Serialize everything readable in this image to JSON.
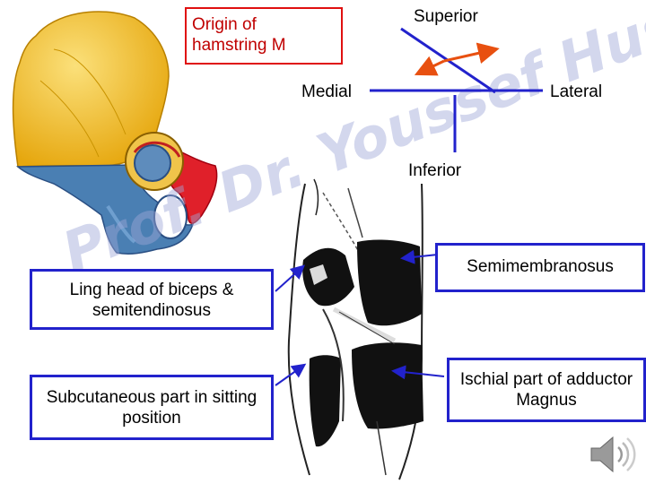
{
  "labels": {
    "origin": "Origin of hamstring M",
    "superior": "Superior",
    "medial": "Medial",
    "lateral": "Lateral",
    "inferior": "Inferior",
    "semimembranosus": "Semimembranosus",
    "long_head": "Ling head of biceps & semitendinosus",
    "ischial": "Ischial part of adductor Magnus",
    "subcutaneous": "Subcutaneous part in sitting position"
  },
  "watermark": "Prof. Dr. Youssef Hussein",
  "icons": [
    "hip-bone-illustration",
    "thigh-section-illustration",
    "speaker-icon"
  ],
  "colors": {
    "bone": "#f5c21e",
    "ischium": "#4a7fb3",
    "pubis": "#e0202a",
    "box_blue": "#2222cc",
    "box_red": "#e01010",
    "arrow": "#e85010"
  }
}
